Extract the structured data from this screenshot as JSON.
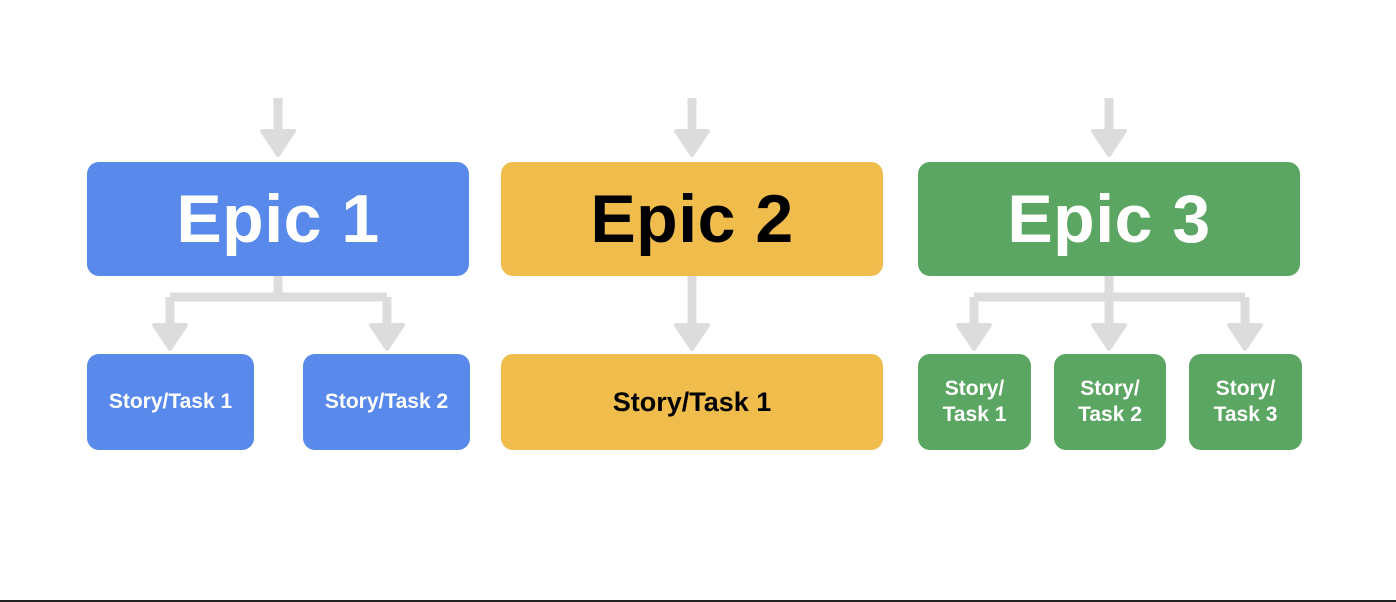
{
  "colors": {
    "blue": "#5889eb",
    "yellow": "#f0bc4c",
    "green": "#5ba662",
    "connector": "#dcdcdc",
    "text_light": "#ffffff",
    "text_dark": "#000000"
  },
  "epics": [
    {
      "label": "Epic 1",
      "color": "blue",
      "stories": [
        "Story/Task 1",
        "Story/Task 2"
      ]
    },
    {
      "label": "Epic 2",
      "color": "yellow",
      "stories": [
        "Story/Task 1"
      ]
    },
    {
      "label": "Epic 3",
      "color": "green",
      "stories": [
        "Story/\nTask 1",
        "Story/\nTask 2",
        "Story/\nTask 3"
      ]
    }
  ]
}
